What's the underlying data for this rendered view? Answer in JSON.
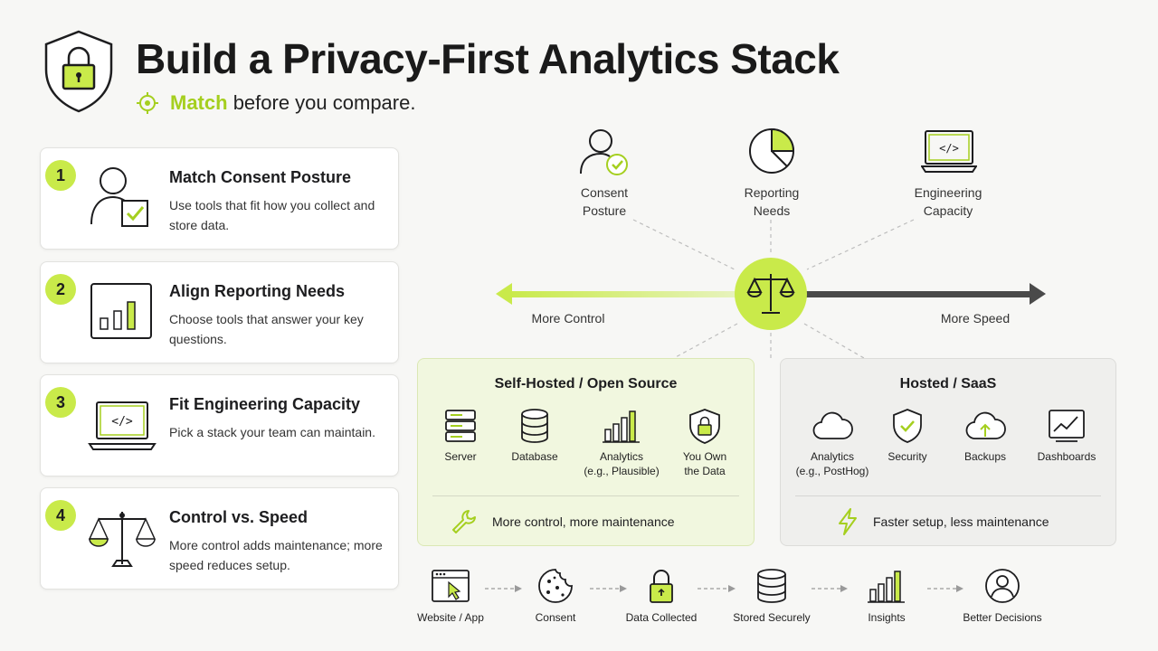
{
  "header": {
    "title": "Build a Privacy-First Analytics Stack",
    "subtitle_highlight": "Match",
    "subtitle_rest": "before you compare."
  },
  "steps": [
    {
      "num": "1",
      "title": "Match Consent Posture",
      "desc": "Use tools that fit how you collect and store data.",
      "icon": "user-check-icon"
    },
    {
      "num": "2",
      "title": "Align Reporting Needs",
      "desc": "Choose tools that answer your key questions.",
      "icon": "bar-chart-icon"
    },
    {
      "num": "3",
      "title": "Fit Engineering Capacity",
      "desc": "Pick a stack your team can maintain.",
      "icon": "laptop-code-icon"
    },
    {
      "num": "4",
      "title": "Control vs. Speed",
      "desc": "More control adds maintenance; more speed reduces setup.",
      "icon": "balance-scale-icon"
    }
  ],
  "factors": [
    {
      "label": "Consent\nPosture",
      "icon": "user-check-icon"
    },
    {
      "label": "Reporting\nNeeds",
      "icon": "pie-chart-icon"
    },
    {
      "label": "Engineering\nCapacity",
      "icon": "laptop-code-icon"
    }
  ],
  "axis": {
    "left_label": "More Control",
    "right_label": "More Speed"
  },
  "self_hosted": {
    "title": "Self-Hosted / Open Source",
    "items": [
      {
        "label": "Server",
        "icon": "server-icon"
      },
      {
        "label": "Database",
        "icon": "database-icon"
      },
      {
        "label": "Analytics\n(e.g., Plausible)",
        "icon": "bar-chart-icon"
      },
      {
        "label": "You Own\nthe Data",
        "icon": "shield-lock-icon"
      }
    ],
    "footer": "More control, more maintenance",
    "footer_icon": "wrench-icon"
  },
  "hosted": {
    "title": "Hosted / SaaS",
    "items": [
      {
        "label": "Analytics\n(e.g., PostHog)",
        "icon": "cloud-icon"
      },
      {
        "label": "Security",
        "icon": "shield-check-icon"
      },
      {
        "label": "Backups",
        "icon": "cloud-upload-icon"
      },
      {
        "label": "Dashboards",
        "icon": "line-chart-icon"
      }
    ],
    "footer": "Faster setup, less maintenance",
    "footer_icon": "lightning-icon"
  },
  "flow": [
    {
      "label": "Website / App",
      "icon": "browser-cursor-icon"
    },
    {
      "label": "Consent",
      "icon": "cookie-icon"
    },
    {
      "label": "Data Collected",
      "icon": "lock-icon"
    },
    {
      "label": "Stored Securely",
      "icon": "database-icon"
    },
    {
      "label": "Insights",
      "icon": "bar-chart-icon"
    },
    {
      "label": "Better Decisions",
      "icon": "user-icon"
    }
  ],
  "colors": {
    "accent": "#c9ea4a",
    "accent_dark": "#a5cf1f",
    "ink": "#1d1d1f",
    "speed_arrow": "#4a4a4a"
  }
}
